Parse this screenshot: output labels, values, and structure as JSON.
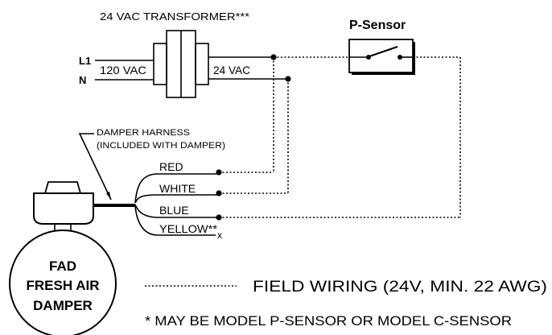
{
  "transformer": {
    "title": "24 VAC TRANSFORMER***",
    "primary_label": "120 VAC",
    "secondary_label": "24 VAC"
  },
  "lines": {
    "l1": "L1",
    "n": "N"
  },
  "sensor": {
    "title": "P-Sensor"
  },
  "harness": {
    "line1": "DAMPER HARNESS",
    "line2": "(INCLUDED WITH DAMPER)"
  },
  "wires": {
    "red": "RED",
    "white": "WHITE",
    "blue": "BLUE",
    "yellow": "YELLOW**",
    "yellow_end": "x"
  },
  "damper": {
    "line1": "FAD",
    "line2": "FRESH AIR",
    "line3": "DAMPER"
  },
  "legend": {
    "field_wiring": "FIELD WIRING (24V, MIN. 22 AWG)",
    "footnote": "* MAY BE MODEL P-SENSOR OR MODEL C-SENSOR"
  }
}
